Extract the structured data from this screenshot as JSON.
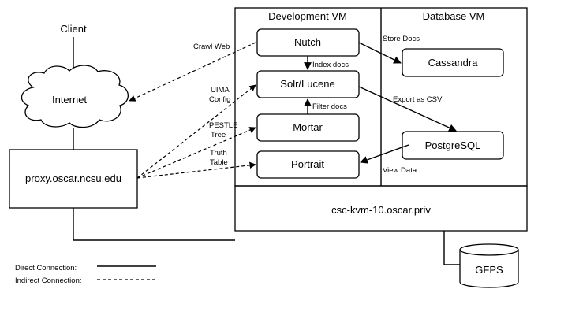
{
  "regions": {
    "development_vm": "Development VM",
    "database_vm": "Database VM",
    "host": "csc-kvm-10.oscar.priv"
  },
  "nodes": {
    "client": "Client",
    "internet": "Internet",
    "proxy": "proxy.oscar.ncsu.edu",
    "nutch": "Nutch",
    "solr": "Solr/Lucene",
    "mortar": "Mortar",
    "portrait": "Portrait",
    "cassandra": "Cassandra",
    "postgresql": "PostgreSQL",
    "gfps": "GFPS"
  },
  "edge_labels": {
    "crawl_web": "Crawl Web",
    "uima_config_1": "UIMA",
    "uima_config_2": "Config",
    "pestle_tree_1": "PESTLE",
    "pestle_tree_2": "Tree",
    "truth_table_1": "Truth",
    "truth_table_2": "Table",
    "store_docs": "Store Docs",
    "index_docs": "Index docs",
    "filter_docs": "Filter docs",
    "export_csv": "Export as CSV",
    "view_data": "View Data"
  },
  "legend": {
    "direct": "Direct Connection:",
    "indirect": "Indirect Connection:"
  }
}
